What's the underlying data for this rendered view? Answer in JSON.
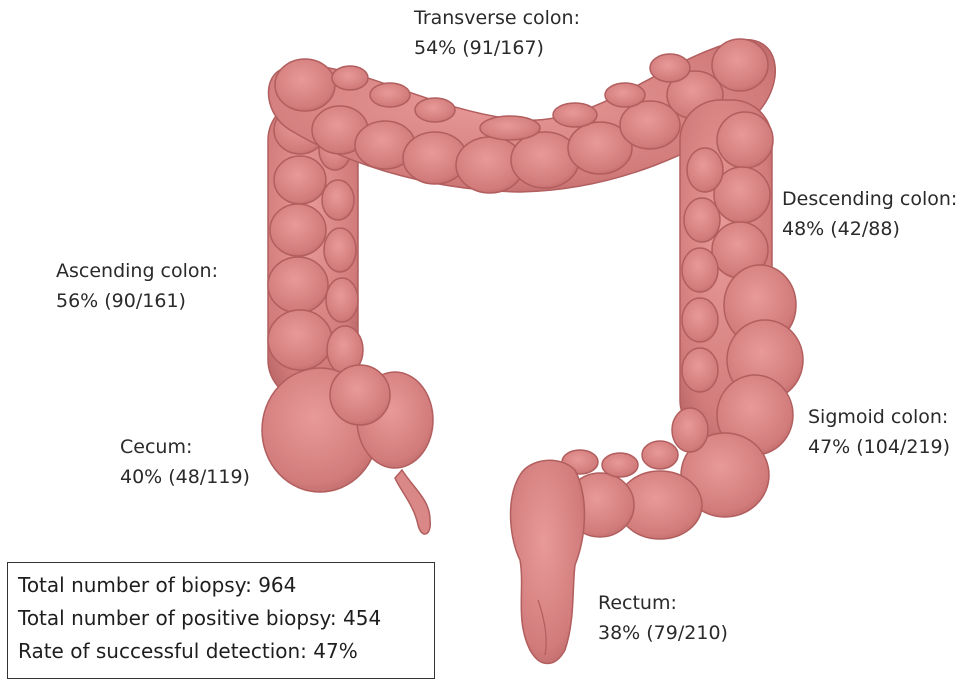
{
  "segments": {
    "transverse": {
      "name": "Transverse colon:",
      "stat": "54% (91/167)"
    },
    "descending": {
      "name": "Descending colon:",
      "stat": "48% (42/88)"
    },
    "ascending": {
      "name": "Ascending colon:",
      "stat": "56% (90/161)"
    },
    "sigmoid": {
      "name": "Sigmoid colon:",
      "stat": "47% (104/219)"
    },
    "cecum": {
      "name": "Cecum:",
      "stat": "40% (48/119)"
    },
    "rectum": {
      "name": "Rectum:",
      "stat": "38% (79/210)"
    }
  },
  "summary": {
    "total_biopsy": "Total number of biopsy: 964",
    "total_positive": "Total number of positive biopsy: 454",
    "detection_rate": "Rate of successful detection: 47%"
  },
  "colors": {
    "colon_fill": "#d98787",
    "colon_dark": "#b96464",
    "colon_light": "#efb0ae",
    "text": "#222222"
  }
}
